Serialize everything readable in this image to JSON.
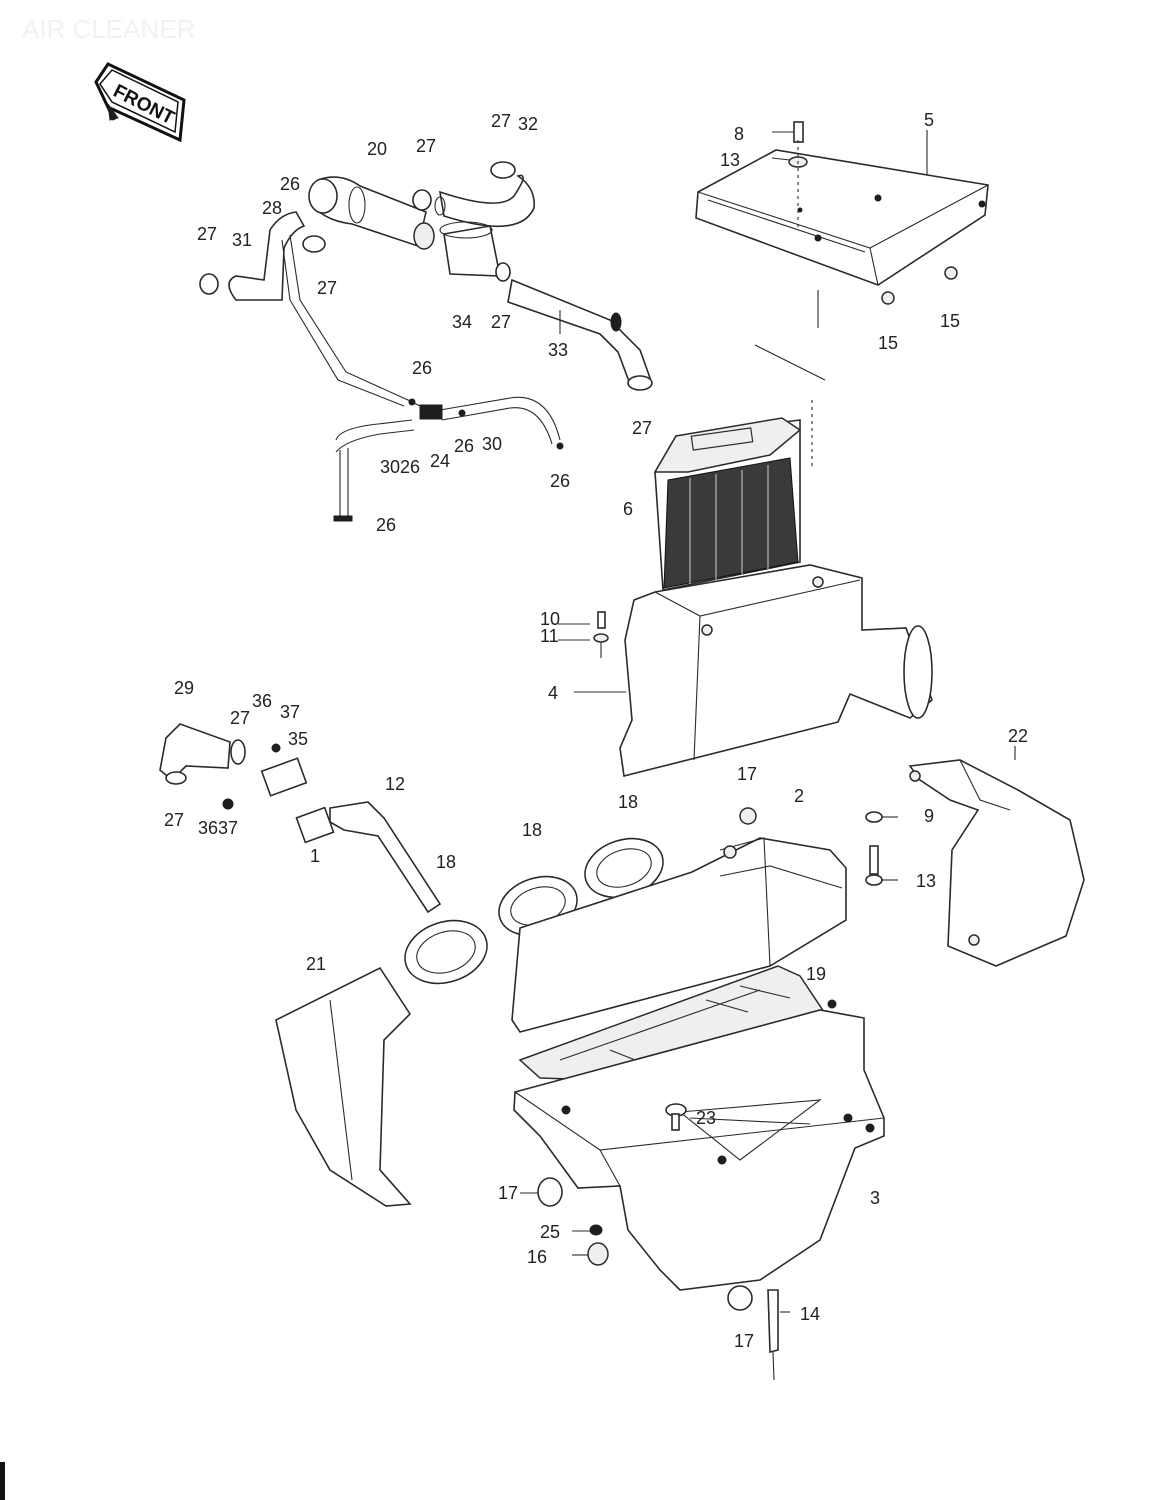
{
  "page": {
    "title": "AIR CLEANER",
    "front_badge": "FRONT"
  },
  "callouts": [
    "27",
    "32",
    "8",
    "5",
    "13",
    "20",
    "27",
    "26",
    "28",
    "27",
    "31",
    "27",
    "34",
    "27",
    "33",
    "15",
    "15",
    "26",
    "3026",
    "24",
    "26",
    "30",
    "26",
    "26",
    "27",
    "6",
    "10",
    "11",
    "4",
    "29",
    "36",
    "37",
    "27",
    "35",
    "12",
    "27",
    "3637",
    "1",
    "18",
    "18",
    "18",
    "17",
    "2",
    "22",
    "9",
    "13",
    "21",
    "19",
    "23",
    "17",
    "25",
    "16",
    "3",
    "17",
    "14"
  ]
}
